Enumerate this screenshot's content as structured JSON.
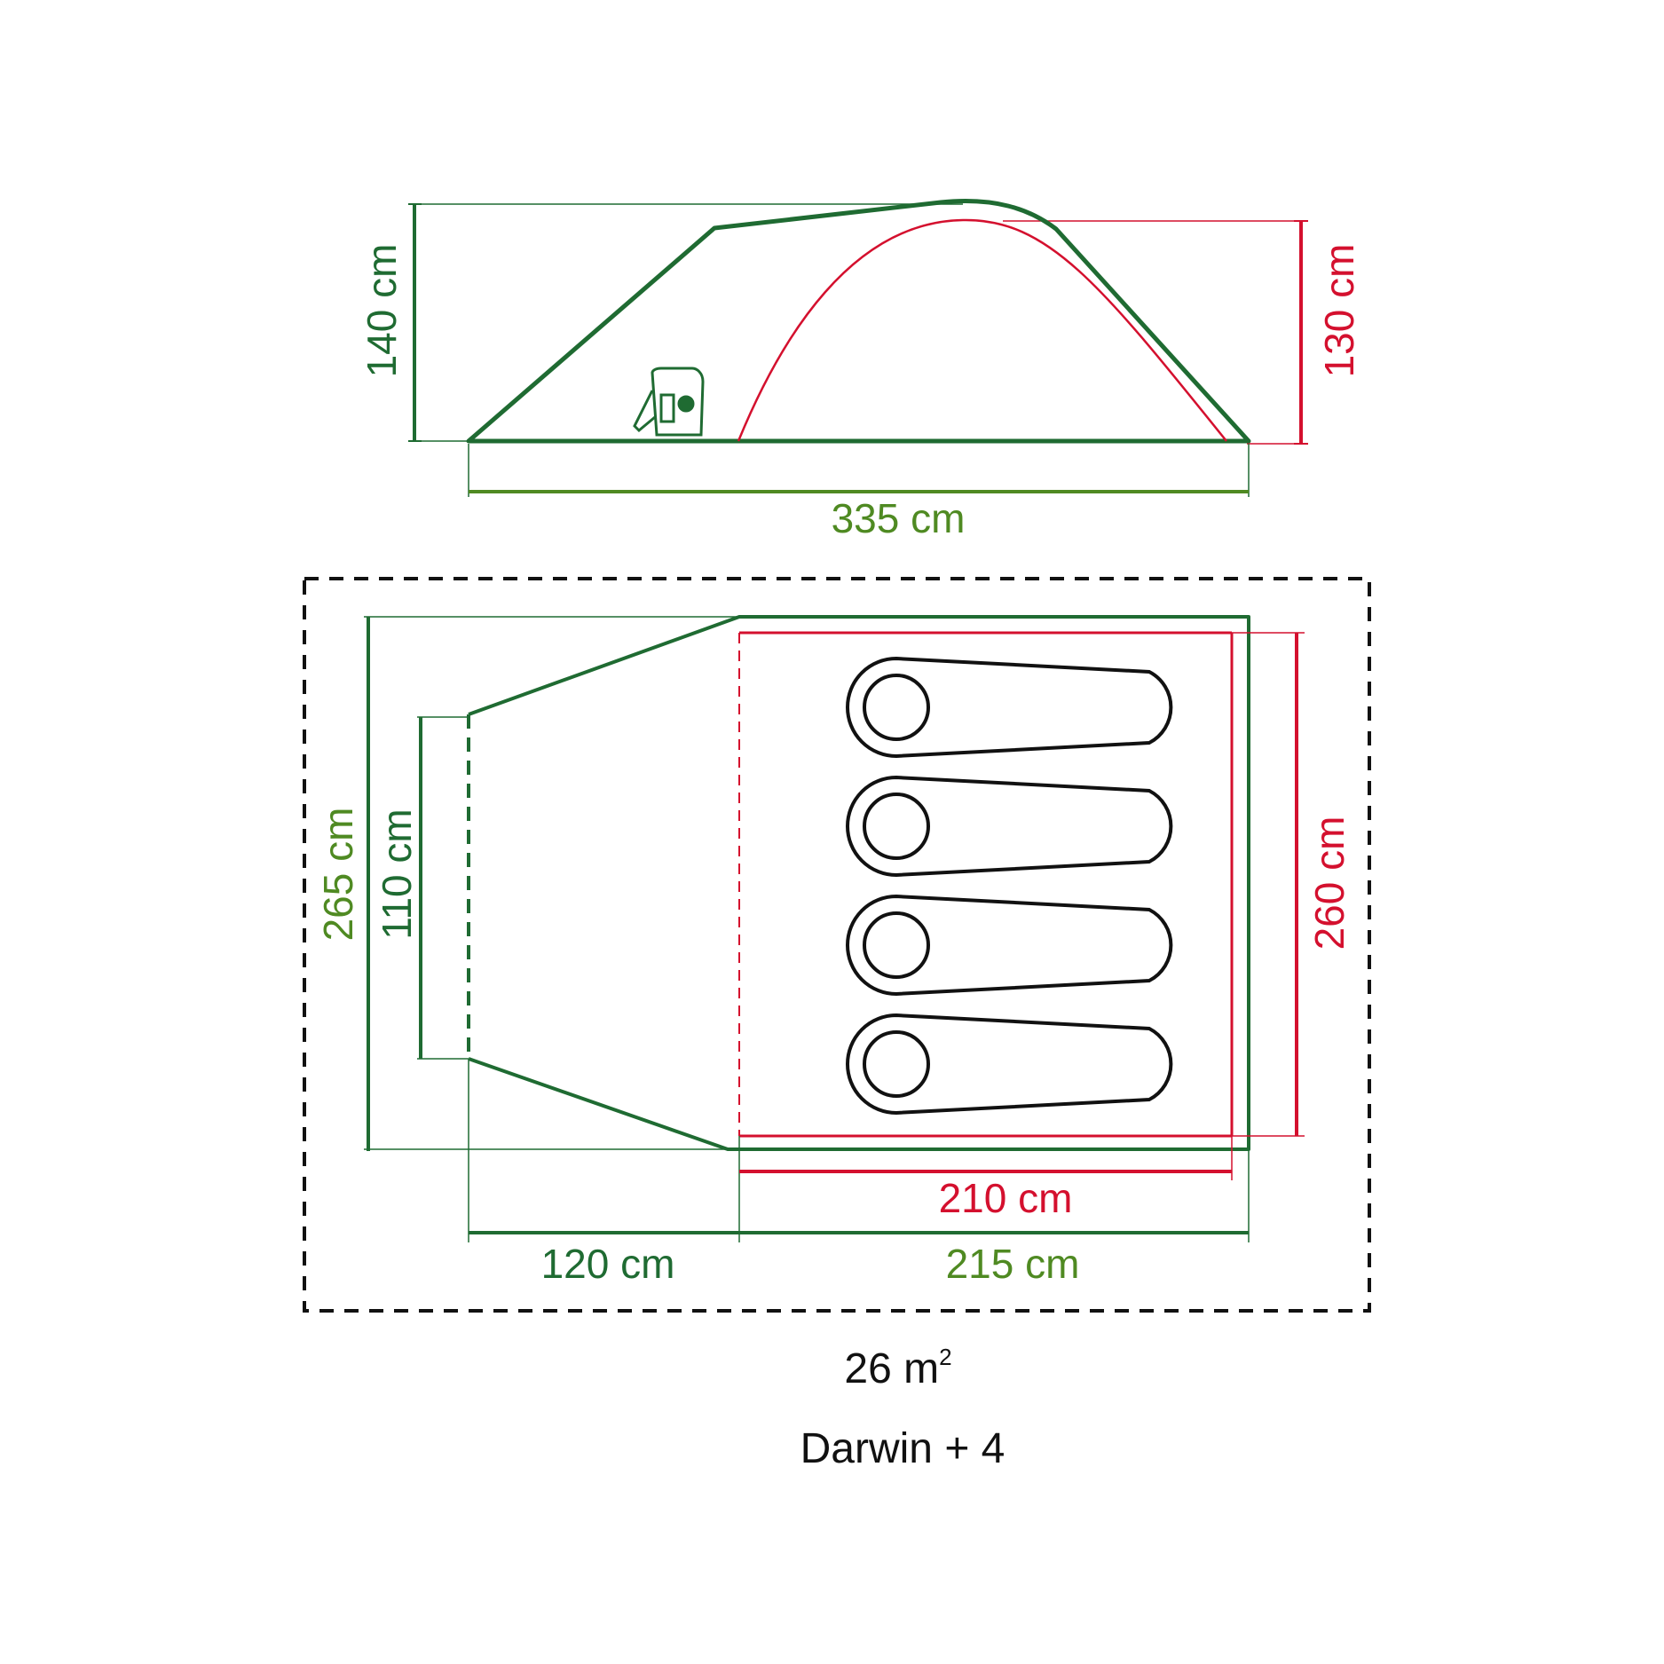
{
  "colors": {
    "green_dark": "#1f6b32",
    "green_light": "#4f8a22",
    "red": "#d4102e",
    "black": "#111111"
  },
  "side_view": {
    "height_outer": "140 cm",
    "height_inner": "130 cm",
    "length_total": "335 cm",
    "icon": "backpack-icon"
  },
  "floor_plan": {
    "width_total": "265 cm",
    "door_width": "110 cm",
    "inner_width": "260 cm",
    "inner_length": "210 cm",
    "porch_length": "120 cm",
    "bedroom_length": "215 cm",
    "sleeping_bags": 4
  },
  "footer": {
    "area_value": "26 m",
    "area_sup": "2",
    "model_name": "Darwin + 4"
  }
}
